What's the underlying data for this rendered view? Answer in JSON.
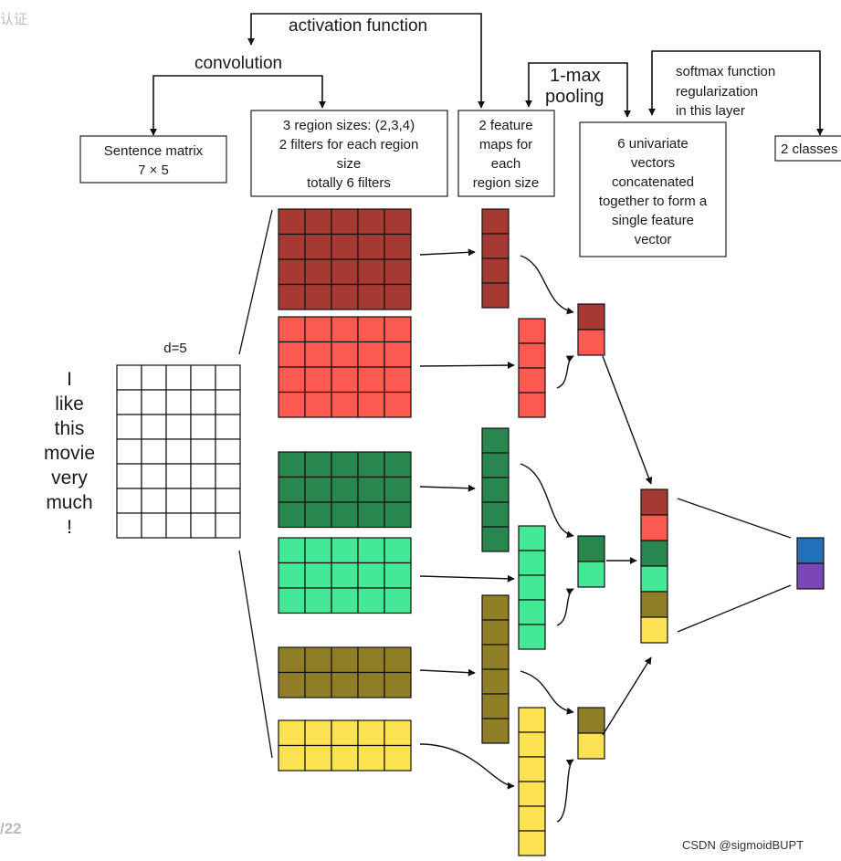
{
  "labels": {
    "activation": "activation function",
    "convolution": "convolution",
    "one_max": [
      "1-max",
      "pooling"
    ],
    "softmax": [
      "softmax function",
      "regularization",
      "in this layer"
    ],
    "d": "d=5",
    "watermark": "CSDN @sigmoidBUPT",
    "left_fragment": "认证",
    "bottom_left_fragment": "/22"
  },
  "boxes": {
    "sentence_matrix": [
      "Sentence matrix",
      "7 × 5"
    ],
    "region_sizes": [
      "3 region sizes: (2,3,4)",
      "2 filters for each region",
      "size",
      "totally 6 filters"
    ],
    "feature_maps": [
      "2 feature",
      "maps for",
      "each",
      "region size"
    ],
    "univariate": [
      "6 univariate",
      "vectors",
      "concatenated",
      "together to form a",
      "single feature",
      "vector"
    ],
    "classes": [
      "2 classes"
    ]
  },
  "sentence_words": [
    "I",
    "like",
    "this",
    "movie",
    "very",
    "much",
    "!"
  ],
  "colors": {
    "dark_red": "#a63a32",
    "light_red": "#fc5a50",
    "dark_green": "#27874f",
    "light_green": "#44e896",
    "olive": "#8f7e26",
    "yellow": "#fde254",
    "blue": "#2271b8",
    "purple": "#7d46b8"
  },
  "filters": [
    {
      "name": "filter-dark-red",
      "rows": 4,
      "color": "dark_red",
      "region_size": 4
    },
    {
      "name": "filter-light-red",
      "rows": 4,
      "color": "light_red",
      "region_size": 4
    },
    {
      "name": "filter-dark-green",
      "rows": 3,
      "color": "dark_green",
      "region_size": 3
    },
    {
      "name": "filter-light-green",
      "rows": 3,
      "color": "light_green",
      "region_size": 3
    },
    {
      "name": "filter-olive",
      "rows": 2,
      "color": "olive",
      "region_size": 2
    },
    {
      "name": "filter-yellow",
      "rows": 2,
      "color": "yellow",
      "region_size": 2
    }
  ],
  "feature_maps": [
    {
      "name": "feature-map-dark-red",
      "length": 4,
      "color": "dark_red"
    },
    {
      "name": "feature-map-light-red",
      "length": 4,
      "color": "light_red"
    },
    {
      "name": "feature-map-dark-green",
      "length": 5,
      "color": "dark_green"
    },
    {
      "name": "feature-map-light-green",
      "length": 5,
      "color": "light_green"
    },
    {
      "name": "feature-map-olive",
      "length": 6,
      "color": "olive"
    },
    {
      "name": "feature-map-yellow",
      "length": 6,
      "color": "yellow"
    }
  ],
  "pooled_pairs": [
    [
      "dark_red",
      "light_red"
    ],
    [
      "dark_green",
      "light_green"
    ],
    [
      "olive",
      "yellow"
    ]
  ],
  "concatenated": [
    "dark_red",
    "light_red",
    "dark_green",
    "light_green",
    "olive",
    "yellow"
  ],
  "output_classes": [
    "blue",
    "purple"
  ]
}
